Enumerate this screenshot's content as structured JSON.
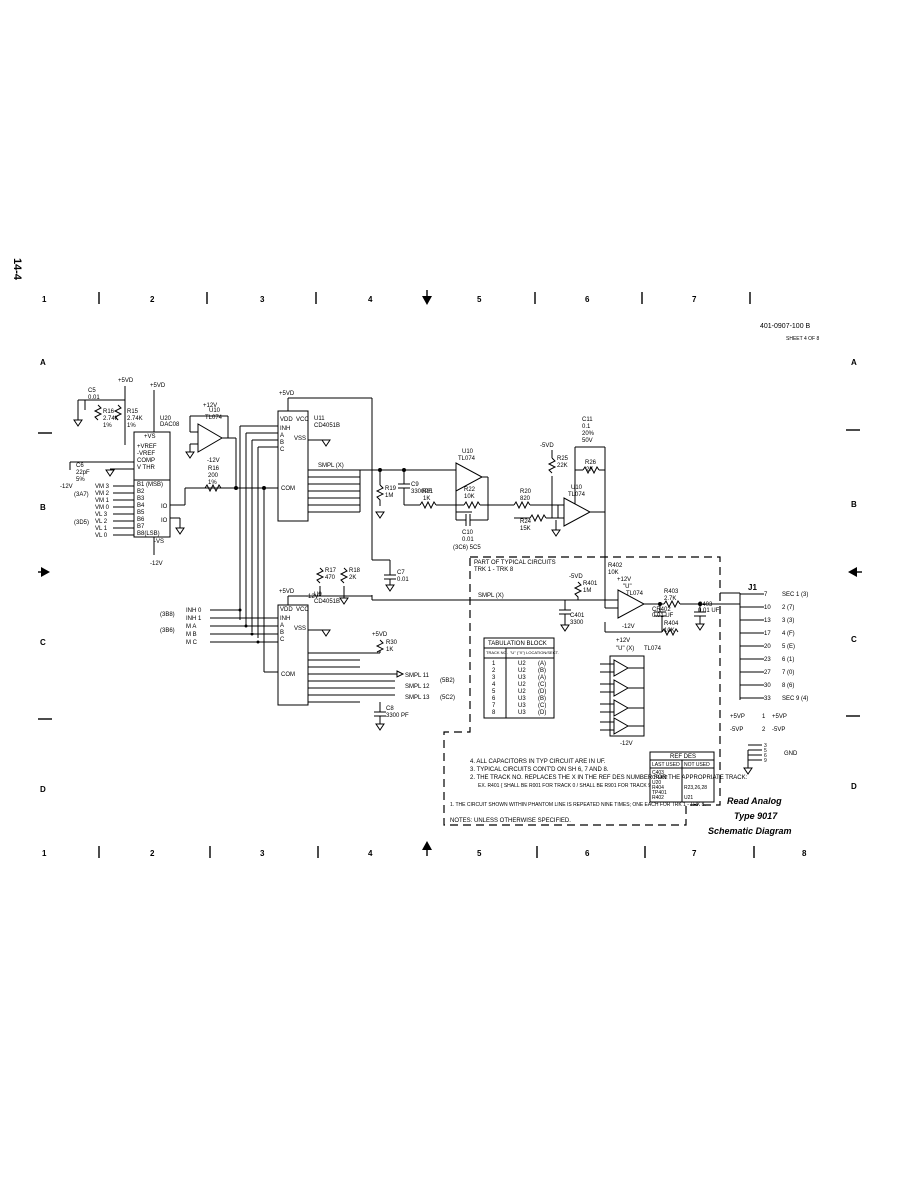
{
  "page": {
    "side_label": "14-4",
    "drawing_no": "401-0907-100  B",
    "sheet": "SHEET 4 OF 8"
  },
  "zones": {
    "columns_top": [
      "1",
      "2",
      "3",
      "4",
      "5",
      "6",
      "7"
    ],
    "columns_bottom": [
      "1",
      "2",
      "3",
      "4",
      "5",
      "6",
      "7",
      "8"
    ],
    "rows": [
      "A",
      "B",
      "C",
      "D"
    ]
  },
  "title_block": {
    "line1": "Read Analog",
    "line2": "Type 9017",
    "line3": "Schematic Diagram"
  },
  "components": {
    "u20": {
      "ref": "U20",
      "part": "DAC08",
      "pins": [
        "+VREF",
        "-VREF",
        "COMP",
        "V THR",
        "B1 (MSB)",
        "B2",
        "B3",
        "B4",
        "B5",
        "B6",
        "B7",
        "B8(LSB)",
        "+VS",
        "-VS",
        "IO",
        "IO"
      ]
    },
    "u10_left": {
      "ref": "U10",
      "part": "TL074"
    },
    "u11": {
      "ref": "U11",
      "part": "CD4051B",
      "pins": [
        "VDD",
        "VCC",
        "INH",
        "A",
        "B",
        "C",
        "VSS",
        "COM"
      ]
    },
    "u9": {
      "ref": "U9",
      "part": "CD4051B",
      "pins": [
        "VDD",
        "VCC",
        "INH",
        "A",
        "B",
        "C",
        "VSS",
        "COM"
      ]
    },
    "u10_mid": {
      "ref": "U10",
      "part": "TL074"
    },
    "u10_right": {
      "ref": "U10",
      "part": "TL074"
    },
    "u_track": {
      "ref": "\"U\"",
      "part": "TL074"
    }
  },
  "labels": {
    "c5": "C5\n0.01",
    "r16a": "R16\n2.74K\n1%",
    "r15": "R15\n2.74K\n1%",
    "c6": "C6\n22pF\n5%",
    "v5vd": "+5VD",
    "v12": "+12V",
    "vneg12": "-12V",
    "r16b": "R16\n200\n1%",
    "r17": "R17\n470",
    "r18": "R18\n2K",
    "c7": "C7\n0.01",
    "r19": "R19\n1M",
    "c9": "C9\n3300PF",
    "r21": "R21\n1K",
    "r22": "R22\n10K",
    "r20": "R20\n820",
    "c10": "C10\n0.01",
    "r24": "R24\n15K",
    "r25": "R25\n22K",
    "r26": "R26\n2K",
    "c11": "C11\n0.1\n20%\n50V",
    "r30": "R30\n1K",
    "c8": "C8\n3300 PF",
    "typical_header": "PART OF TYPICAL CIRCUITS\nTRK 1 - TRK 8",
    "smpl": "SMPL (X)",
    "r401": "R401\n1M",
    "c401": "C401\n3300",
    "r402": "R402\n10K",
    "r403": "R403\n2.7K",
    "r404": "R404\n10K",
    "c402": "CR402\n0.01 UF",
    "c403": "C403\n0.01 UF",
    "j1": "J1",
    "vm_group": "(3A7)",
    "vl_group": "(3D5)",
    "inh_group": "(3B8)",
    "m_group": "(3B6)",
    "smpl11": "SMPL 11",
    "smpl12": "SMPL 12",
    "smpl13": "SMPL 13",
    "sref1": "(5B2)",
    "sref2": "(5C2)",
    "bottom_ref": "(3C6) 5C5"
  },
  "tabulation": {
    "title": "TABULATION BLOCK",
    "headers": [
      "TRACK NO.",
      "\"U\" (\"X\") LOCATION/SECT."
    ],
    "rows": [
      [
        "1",
        "U2",
        "(A)"
      ],
      [
        "2",
        "U2",
        "(B)"
      ],
      [
        "3",
        "U3",
        "(A)"
      ],
      [
        "4",
        "U2",
        "(C)"
      ],
      [
        "5",
        "U2",
        "(D)"
      ],
      [
        "6",
        "U3",
        "(B)"
      ],
      [
        "7",
        "U3",
        "(C)"
      ],
      [
        "8",
        "U3",
        "(D)"
      ]
    ]
  },
  "ref_des": {
    "title": "REF DES",
    "headers": [
      "LAST USED",
      "NOT USED"
    ],
    "rows": [
      [
        "C403",
        ""
      ],
      [
        "CR402",
        ""
      ],
      [
        "U20",
        ""
      ],
      [
        "R404",
        "R23,26,28"
      ],
      [
        "TP401",
        ""
      ],
      [
        "R402",
        "U21"
      ]
    ]
  },
  "j1_pins": [
    {
      "pin": "7",
      "sec": "SEC 1 (3)"
    },
    {
      "pin": "10",
      "sec": "2 (7)"
    },
    {
      "pin": "13",
      "sec": "3 (3)"
    },
    {
      "pin": "17",
      "sec": "4 (F)"
    },
    {
      "pin": "20",
      "sec": "5 (E)"
    },
    {
      "pin": "23",
      "sec": "6 (1)"
    },
    {
      "pin": "27",
      "sec": "7 (0)"
    },
    {
      "pin": "30",
      "sec": "8 (6)"
    },
    {
      "pin": "33",
      "sec": "SEC 9 (4)"
    }
  ],
  "power_pins": [
    {
      "left": "+5VP",
      "pin": "1",
      "right": "+5VP"
    },
    {
      "left": "-5VP",
      "pin": "2",
      "right": "-5VP"
    }
  ],
  "gnd_pins": [
    "3",
    "5",
    "6",
    "9"
  ],
  "notes": [
    "4. ALL CAPACITORS IN TYP CIRCUIT ARE IN UF.",
    "3. TYPICAL CIRCUITS CONT'D ON SH 6, 7 AND 8.",
    "2. THE TRACK NO. REPLACES THE X IN THE REF DES NUMBER FOR THE APPROPRIATE TRACK:",
    "EX. R401 { SHALL BE R001 FOR TRACK 0 / SHALL BE R901 FOR TRACK 9",
    "1. THE CIRCUIT SHOWN WITHIN PHANTOM LINE IS REPEATED NINE TIMES; ONE EACH FOR TRK 1 - TRK 8.",
    "NOTES: UNLESS OTHERWISE SPECIFIED."
  ],
  "colors": {
    "ink": "#000000",
    "paper": "#ffffff"
  }
}
